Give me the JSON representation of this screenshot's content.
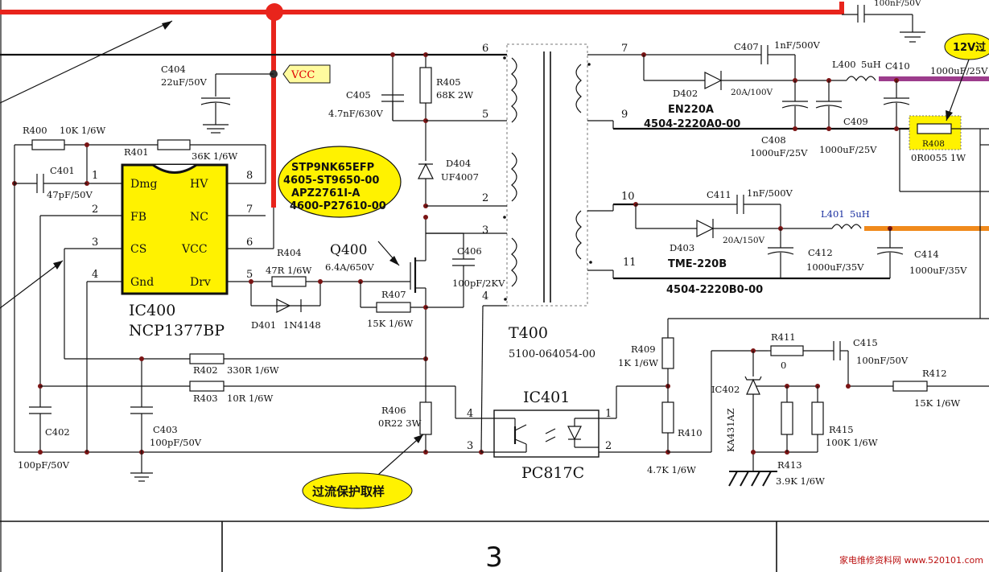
{
  "labels": {
    "ic400": {
      "name": "IC400",
      "model": "NCP1377BP",
      "pins": {
        "dmg": "Dmg",
        "fb": "FB",
        "cs": "CS",
        "gnd": "Gnd",
        "hv": "HV",
        "nc": "NC",
        "vcc": "VCC",
        "drv": "Drv"
      },
      "pin_numbers": [
        "1",
        "2",
        "3",
        "4",
        "8",
        "7",
        "6",
        "5"
      ]
    },
    "vcc_tag": "VCC",
    "q400": {
      "name": "Q400",
      "rating": "6.4A/650V"
    },
    "q400_callout": [
      "STP9NK65EFP",
      "4605-ST9650-00",
      "APZ2761I-A",
      "4600-P27610-00"
    ],
    "t400": {
      "name": "T400",
      "part": "5100-064054-00",
      "pins": [
        "6",
        "5",
        "2",
        "3",
        "4",
        "7",
        "9",
        "10",
        "11"
      ]
    },
    "ic401": {
      "name": "IC401",
      "model": "PC817C",
      "pins": [
        "4",
        "3",
        "1",
        "2"
      ]
    },
    "ic402": {
      "name": "IC402",
      "model": "KA431AZ"
    },
    "callout_12v": "12V过",
    "callout_ocp": "过流保护取样",
    "d402": {
      "name": "D402",
      "rating": "20A/100V",
      "type": "EN220A",
      "part": "4504-2220A0-00"
    },
    "d403": {
      "name": "D403",
      "rating": "20A/150V",
      "type": "TME-220B",
      "part": "4504-2220B0-00"
    },
    "d404": {
      "name": "D404",
      "type": "UF4007"
    },
    "d401": {
      "name": "D401",
      "type": "1N4148"
    },
    "r400": {
      "name": "R400",
      "value": "10K 1/6W"
    },
    "r401": {
      "name": "R401",
      "value": "36K 1/6W"
    },
    "r402": {
      "name": "R402",
      "value": "330R 1/6W"
    },
    "r403": {
      "name": "R403",
      "value": "10R 1/6W"
    },
    "r404": {
      "name": "R404",
      "value": "47R 1/6W"
    },
    "r405": {
      "name": "R405",
      "value": "68K 2W"
    },
    "r406": {
      "name": "R406",
      "value": "0R22 3W"
    },
    "r407": {
      "name": "R407",
      "value": "15K 1/6W"
    },
    "r408": {
      "name": "R408",
      "value": "0R0055 1W"
    },
    "r409": {
      "name": "R409",
      "value": "1K 1/6W"
    },
    "r410": {
      "name": "R410",
      "value": "4.7K 1/6W"
    },
    "r411": {
      "name": "R411",
      "value": "0"
    },
    "r412": {
      "name": "R412",
      "value": "15K 1/6W"
    },
    "r413": {
      "name": "R413",
      "value": "3.9K 1/6W"
    },
    "r415": {
      "name": "R415",
      "value": "100K 1/6W"
    },
    "c401": {
      "name": "C401",
      "value": "47pF/50V"
    },
    "c402": {
      "name": "C402",
      "value": "100pF/50V"
    },
    "c403": {
      "name": "C403",
      "value": "100pF/50V"
    },
    "c404": {
      "name": "C404",
      "value": "22uF/50V"
    },
    "c405": {
      "name": "C405",
      "value": "4.7nF/630V"
    },
    "c406": {
      "name": "C406",
      "value": "100pF/2KV"
    },
    "c407": {
      "name": "C407",
      "value": "1nF/500V"
    },
    "c408": {
      "name": "C408",
      "value": "1000uF/25V"
    },
    "c409": {
      "name": "C409",
      "value": "1000uF/25V"
    },
    "c410": {
      "name": "C410",
      "value": "1000uF/25V"
    },
    "c411": {
      "name": "C411",
      "value": "1nF/500V"
    },
    "c412": {
      "name": "C412",
      "value": "1000uF/35V"
    },
    "c414": {
      "name": "C414",
      "value": "1000uF/35V"
    },
    "c415": {
      "name": "C415",
      "value": "100nF/50V"
    },
    "c_top": {
      "value": "100nF/50V"
    },
    "l400": {
      "name": "L400",
      "value": "5uH"
    },
    "l401": {
      "name": "L401",
      "value": "5uH"
    },
    "page_number": "3",
    "watermark": "家电维修资料网 www.520101.com"
  },
  "colors": {
    "hv_line": "#e8241c",
    "ic_fill": "#fff200",
    "vcc_tag": "#fffb9e",
    "purple": "#9c3c8c",
    "orange": "#f08a1c",
    "node": "#7a1414"
  }
}
